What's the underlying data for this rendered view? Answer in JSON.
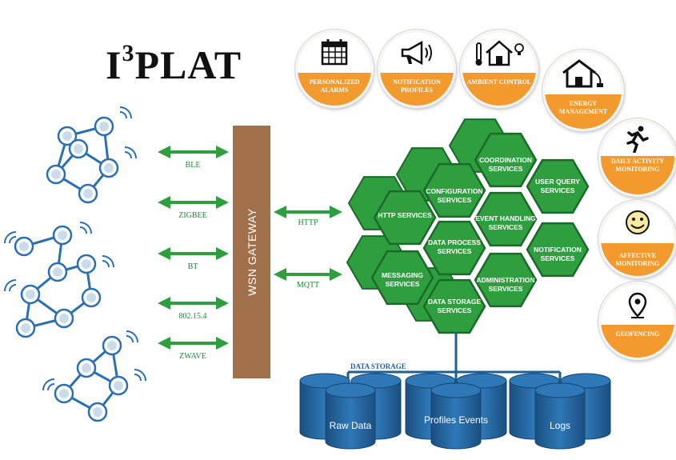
{
  "title": {
    "main": "I",
    "sup": "3",
    "rest": "PLAT"
  },
  "gateway": {
    "label": "WSN GATEWAY"
  },
  "protocols": [
    "BLE",
    "ZIGBEE",
    "BT",
    "802.15.4",
    "ZWAVE"
  ],
  "cloud_protocols": [
    "HTTP",
    "MQTT"
  ],
  "services": [
    "COORDINATION SERVICES",
    "CONFIGURATION SERVICES",
    "USER QUERY SERVICES",
    "HTTP SERVICES",
    "EVENT HANDLING SERVICES",
    "DATA PROCESS SERVICES",
    "NOTIFICATION SERVICES",
    "MESSAGING SERVICES",
    "ADMINISTRATION SERVICES",
    "DATA STORAGE SERVICES"
  ],
  "applications": [
    {
      "label": "PERSONALIZED ALARMS",
      "icon": "calendar-icon"
    },
    {
      "label": "NOTIFICATION PROFILES",
      "icon": "megaphone-icon"
    },
    {
      "label": "AMBIENT CONTROL",
      "icon": "home-thermometer-icon"
    },
    {
      "label": "ENERGY MANAGEMENT",
      "icon": "home-plug-icon"
    },
    {
      "label": "DAILY ACTIVITY MONITORING",
      "icon": "running-person-icon"
    },
    {
      "label": "AFFECTIVE MONITORING",
      "icon": "smiley-icon"
    },
    {
      "label": "GEOFENCING",
      "icon": "map-pin-icon"
    }
  ],
  "storage": {
    "label": "DATA STORAGE",
    "databases": [
      "Raw Data",
      "Profiles Events",
      "Logs"
    ]
  },
  "colors": {
    "green": "#2e9e3f",
    "hex_border": "#1b6a2a",
    "orange": "#f29a2e",
    "blue_db": "#1f5f97",
    "gateway": "#a0704a",
    "sensor_blue": "#2a6fb3"
  }
}
